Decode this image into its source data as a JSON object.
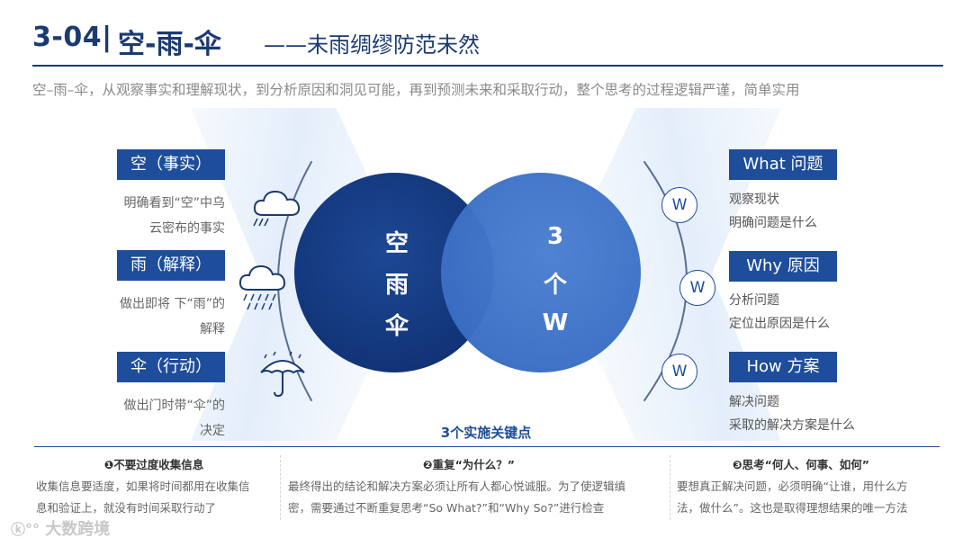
{
  "header": {
    "code": "3-04|",
    "title": "空-雨-伞",
    "subtitle": "——未雨绸缪防范未然",
    "description": "空–雨–伞，从观察事实和理解现状，到分析原因和洞见可能，再到预测未来和采取行动，整个思考的过程逻辑严谨，简单实用"
  },
  "left_items": [
    {
      "tag": "空（事实）",
      "line1": "明确看到“空”中乌",
      "line2": "云密布的事实",
      "icon": "cloud-icon"
    },
    {
      "tag": "雨（解释）",
      "line1": "做出即将 下“雨”的",
      "line2": "解释",
      "icon": "rain-cloud-icon"
    },
    {
      "tag": "伞（行动）",
      "line1": "做出门时带“伞”的",
      "line2": "决定",
      "icon": "umbrella-icon"
    }
  ],
  "circles": {
    "left": {
      "line1": "空",
      "line2": "雨",
      "line3": "伞"
    },
    "right": {
      "line1": "3",
      "line2": "个",
      "line3": "W"
    }
  },
  "right_items": [
    {
      "badge": "W",
      "tag": "What 问题",
      "line1": "观察现状",
      "line2": "明确问题是什么"
    },
    {
      "badge": "W",
      "tag": "Why 原因",
      "line1": "分析问题",
      "line2": "定位出原因是什么"
    },
    {
      "badge": "W",
      "tag": "How 方案",
      "line1": "解决问题",
      "line2": "采取的解决方案是什么"
    }
  ],
  "key_points": {
    "title": "3个实施关键点",
    "columns": [
      {
        "title": "❶不要过度收集信息",
        "line1": "收集信息要适度，如果将时间都用在收集信",
        "line2": "息和验证上，就没有时间采取行动了"
      },
      {
        "title": "❷重复“为什么？”",
        "line1": "最终得出的结论和解决方案必须让所有人都心悦诚服。为了使逻辑缜",
        "line2": "密，需要通过不断重复思考“So What?”和“Why So?”进行检查"
      },
      {
        "title": "❸思考“何人、何事、如何”",
        "line1": "要想真正解决问题，必须明确“让谁，用什么方",
        "line2": "法，做什么”。这也是取得理想结果的唯一方法"
      }
    ]
  },
  "watermark": "大数跨境",
  "colors": {
    "dark_blue": "#123478",
    "mid_blue": "#3a6fc4",
    "tag_blue": "#1e4d9b"
  }
}
